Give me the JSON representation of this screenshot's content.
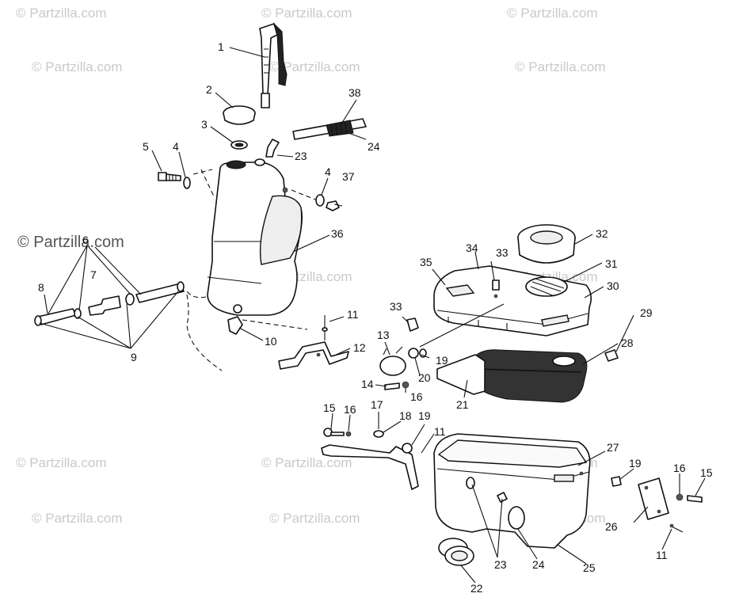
{
  "watermark": {
    "text": "© Partzilla.com",
    "color": "#c9c9c9"
  },
  "callouts": [
    {
      "id": "c1",
      "label": "1"
    },
    {
      "id": "c2",
      "label": "2"
    },
    {
      "id": "c3",
      "label": "3"
    },
    {
      "id": "c4a",
      "label": "4"
    },
    {
      "id": "c4b",
      "label": "4"
    },
    {
      "id": "c5",
      "label": "5"
    },
    {
      "id": "c6",
      "label": "6"
    },
    {
      "id": "c7",
      "label": "7"
    },
    {
      "id": "c8",
      "label": "8"
    },
    {
      "id": "c9",
      "label": "9"
    },
    {
      "id": "c10",
      "label": "10"
    },
    {
      "id": "c11a",
      "label": "11"
    },
    {
      "id": "c11b",
      "label": "11"
    },
    {
      "id": "c11c",
      "label": "11"
    },
    {
      "id": "c12",
      "label": "12"
    },
    {
      "id": "c13",
      "label": "13"
    },
    {
      "id": "c14",
      "label": "14"
    },
    {
      "id": "c15a",
      "label": "15"
    },
    {
      "id": "c15b",
      "label": "15"
    },
    {
      "id": "c16a",
      "label": "16"
    },
    {
      "id": "c16b",
      "label": "16"
    },
    {
      "id": "c16c",
      "label": "16"
    },
    {
      "id": "c17",
      "label": "17"
    },
    {
      "id": "c18",
      "label": "18"
    },
    {
      "id": "c19a",
      "label": "19"
    },
    {
      "id": "c19b",
      "label": "19"
    },
    {
      "id": "c19c",
      "label": "19"
    },
    {
      "id": "c20",
      "label": "20"
    },
    {
      "id": "c21",
      "label": "21"
    },
    {
      "id": "c22",
      "label": "22"
    },
    {
      "id": "c23a",
      "label": "23"
    },
    {
      "id": "c23b",
      "label": "23"
    },
    {
      "id": "c24a",
      "label": "24"
    },
    {
      "id": "c24b",
      "label": "24"
    },
    {
      "id": "c25",
      "label": "25"
    },
    {
      "id": "c26",
      "label": "26"
    },
    {
      "id": "c27",
      "label": "27"
    },
    {
      "id": "c28",
      "label": "28"
    },
    {
      "id": "c29",
      "label": "29"
    },
    {
      "id": "c30",
      "label": "30"
    },
    {
      "id": "c31",
      "label": "31"
    },
    {
      "id": "c32",
      "label": "32"
    },
    {
      "id": "c33a",
      "label": "33"
    },
    {
      "id": "c33b",
      "label": "33"
    },
    {
      "id": "c34",
      "label": "34"
    },
    {
      "id": "c35",
      "label": "35"
    },
    {
      "id": "c36",
      "label": "36"
    },
    {
      "id": "c37",
      "label": "37"
    },
    {
      "id": "c38",
      "label": "38"
    }
  ]
}
